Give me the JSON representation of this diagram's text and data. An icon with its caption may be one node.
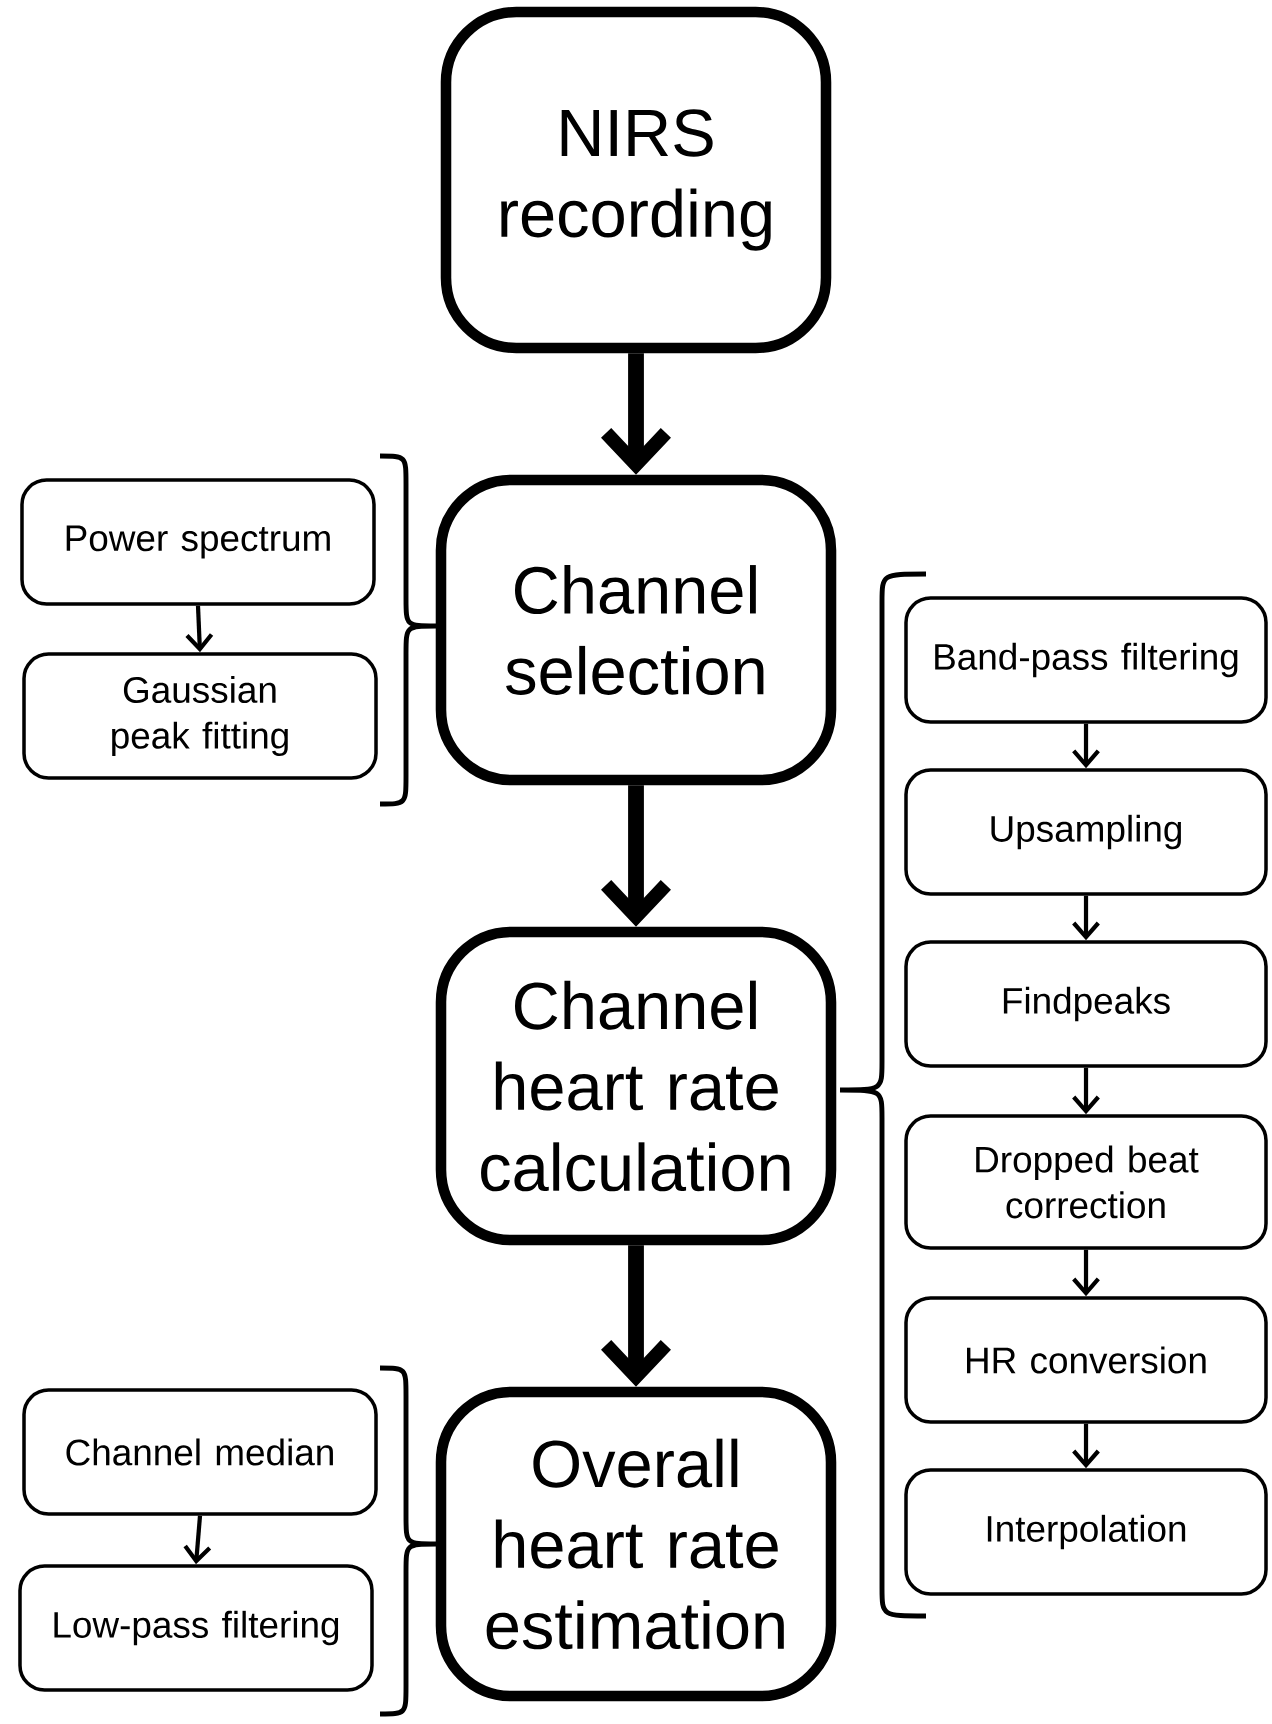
{
  "diagram": {
    "nodes": [
      {
        "text": [
          "NIRS recording"
        ]
      },
      {
        "text": [
          "Channel selection"
        ]
      },
      {
        "text": [
          "Power spectrum"
        ]
      },
      {
        "text": [
          "Gaussian peak fitting"
        ]
      },
      {
        "text": [
          "Channel heart rate calculation"
        ]
      },
      {
        "text": [
          "Band-pass filtering"
        ]
      },
      {
        "text": [
          "Upsampling"
        ]
      },
      {
        "text": [
          "Findpeaks"
        ]
      },
      {
        "text": [
          "Dropped beat correction"
        ]
      },
      {
        "text": [
          "HR conversion"
        ]
      },
      {
        "text": [
          "Interpolation"
        ]
      },
      {
        "text": [
          "Overall heart rate estimation"
        ]
      },
      {
        "text": [
          "Channel median"
        ]
      },
      {
        "text": [
          "Low-pass filtering"
        ]
      }
    ],
    "edges": [
      {
        "from": 0,
        "to": 1,
        "arrow": "to",
        "style": "thick"
      },
      {
        "from": 1,
        "to": 4,
        "arrow": "to",
        "style": "thick"
      },
      {
        "from": 4,
        "to": 11,
        "arrow": "to",
        "style": "thick"
      },
      {
        "from": 2,
        "to": 3,
        "arrow": "to"
      },
      {
        "from": 5,
        "to": 6,
        "arrow": "to"
      },
      {
        "from": 6,
        "to": 7,
        "arrow": "to"
      },
      {
        "from": 7,
        "to": 8,
        "arrow": "to"
      },
      {
        "from": 8,
        "to": 9,
        "arrow": "to"
      },
      {
        "from": 9,
        "to": 10,
        "arrow": "to"
      },
      {
        "from": 12,
        "to": 13,
        "arrow": "to"
      }
    ]
  }
}
